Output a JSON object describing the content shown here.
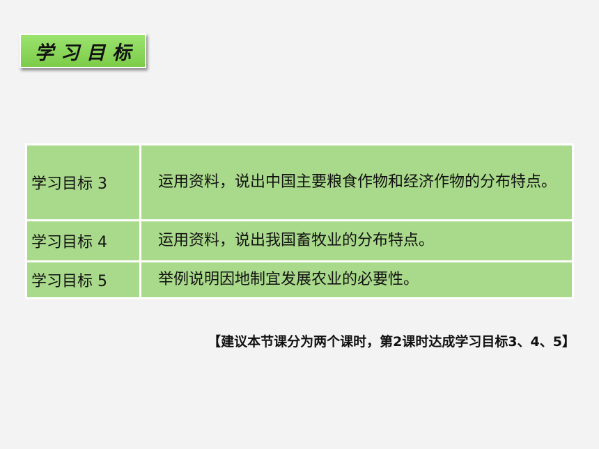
{
  "header": {
    "badge_text": "学习目标"
  },
  "goals": [
    {
      "label": "学习目标  3",
      "desc": "运用资料，说出中国主要粮食作物和经济作物的分布特点。"
    },
    {
      "label": "学习目标  4",
      "desc": "运用资料，说出我国畜牧业的分布特点。"
    },
    {
      "label": "学习目标  5",
      "desc": "举例说明因地制宜发展农业的必要性。"
    }
  ],
  "note": "【建议本节课分为两个课时，第2课时达成学习目标3、4、5】",
  "colors": {
    "badge": "#8cd85c",
    "cell": "#a9d98a",
    "background": "#f3f3f3"
  }
}
